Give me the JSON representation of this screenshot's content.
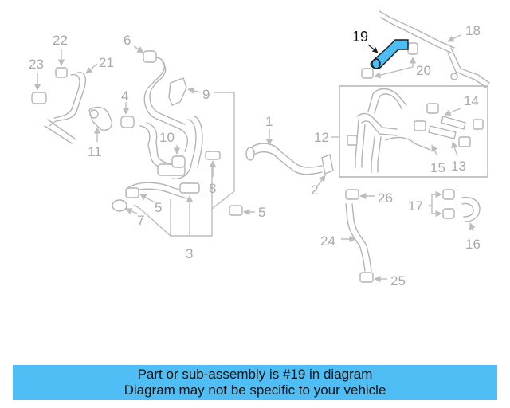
{
  "diagram": {
    "callouts": {
      "c1": "1",
      "c2": "2",
      "c3": "3",
      "c4": "4",
      "c5a": "5",
      "c5b": "5",
      "c6": "6",
      "c7": "7",
      "c8": "8",
      "c9": "9",
      "c10": "10",
      "c11": "11",
      "c12": "12",
      "c13": "13",
      "c14": "14",
      "c15": "15",
      "c16": "16",
      "c17": "17",
      "c18": "18",
      "c19": "19",
      "c20": "20",
      "c21": "21",
      "c22": "22",
      "c23": "23",
      "c24": "24",
      "c25": "25",
      "c26": "26"
    },
    "highlight_color": "#4dbdf5"
  },
  "banner": {
    "line1": "Part or sub-assembly is #19 in diagram",
    "line2": "Diagram may not be specific to your vehicle",
    "background": "#4fbef5"
  }
}
